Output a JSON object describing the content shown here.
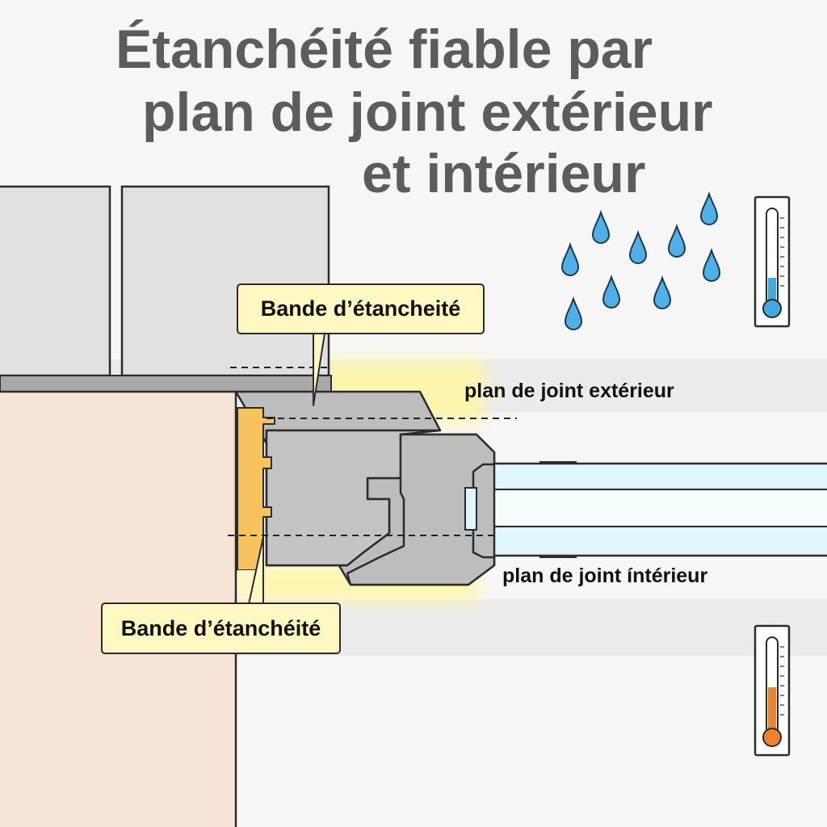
{
  "title": {
    "line1": "Étanchéité fiable par",
    "line2": "plan de joint extérieur",
    "line3": "et intérieur"
  },
  "labels": {
    "outer_plane": "plan de joint extérieur",
    "inner_plane": "plan de joint íntérieur",
    "seal_tape_top": "Bande d’étancheité",
    "seal_tape_bottom": "Bande d’étanchéité"
  },
  "thermometers": {
    "outside": {
      "icon": "thermometer-cold-icon",
      "color": "#3fa9e0",
      "level": 0.3
    },
    "inside": {
      "icon": "thermometer-warm-icon",
      "color": "#f0822e",
      "level": 0.5
    }
  },
  "weather": {
    "icon": "raindrop-icon",
    "color": "#4fb0e6"
  },
  "colors": {
    "title": "#5c5c5c",
    "frame": "#bdbdbd",
    "wall_interior": "#f6e5d6",
    "seal_tape": "#f8c25f",
    "glass": "#dff6fb",
    "highlight": "#fff6a8",
    "callout_bg": "#fff8c2"
  }
}
